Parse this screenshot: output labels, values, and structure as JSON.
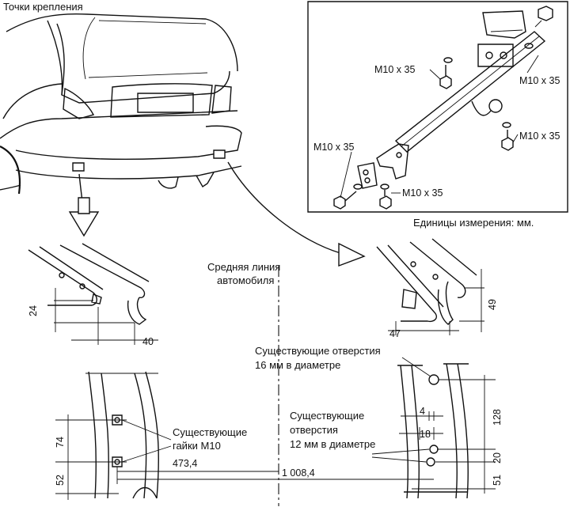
{
  "labels": {
    "mount_points": "Точки крепления",
    "units": "Единицы измерения: мм.",
    "center_line_1": "Средняя линия",
    "center_line_2": "автомобиля",
    "holes16_1": "Существующие отверстия",
    "holes16_2": "16 мм в диаметре",
    "nuts_1": "Существующие",
    "nuts_2": "гайки М10",
    "holes12_1": "Существующие",
    "holes12_2": "отверстия",
    "holes12_3": "12 мм в диаметре"
  },
  "bolts": {
    "b1": "M10 x 35",
    "b2": "M10 x 35",
    "b3": "M10 x 35",
    "b4": "M10 x 35",
    "b5": "M10 x 35"
  },
  "dimensions": {
    "d24": "24",
    "d40": "40",
    "d47": "47",
    "d49": "49",
    "d74": "74",
    "d52": "52",
    "d473": "473,4",
    "d1008": "1 008,4",
    "d4": "4",
    "d18": "18",
    "d128": "128",
    "d20": "20",
    "d51": "51"
  }
}
